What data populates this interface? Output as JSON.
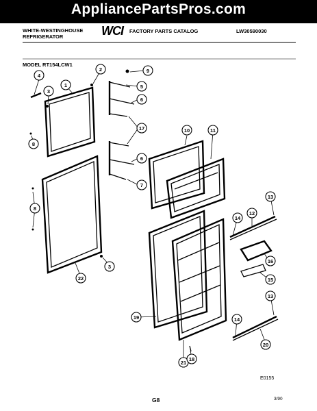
{
  "watermark": "AppliancePartsPros.com",
  "header": {
    "brand_line1": "WHITE-WESTINGHOUSE",
    "brand_line2": "REFRIGERATOR",
    "logo": "WCI",
    "catalog_title": "FACTORY PARTS CATALOG",
    "catalog_number": "LW30590030",
    "model": "MODEL RT154LCW1"
  },
  "footer": {
    "diagram_id": "E0155",
    "page": "G8",
    "date": "3/90"
  },
  "callouts": [
    {
      "label": "4"
    },
    {
      "label": "2"
    },
    {
      "label": "9"
    },
    {
      "label": "3"
    },
    {
      "label": "1"
    },
    {
      "label": "5"
    },
    {
      "label": "6"
    },
    {
      "label": "17"
    },
    {
      "label": "8"
    },
    {
      "label": "6"
    },
    {
      "label": "7"
    },
    {
      "label": "10"
    },
    {
      "label": "11"
    },
    {
      "label": "8"
    },
    {
      "label": "13"
    },
    {
      "label": "12"
    },
    {
      "label": "14"
    },
    {
      "label": "16"
    },
    {
      "label": "15"
    },
    {
      "label": "3"
    },
    {
      "label": "22"
    },
    {
      "label": "13"
    },
    {
      "label": "14"
    },
    {
      "label": "19"
    },
    {
      "label": "20"
    },
    {
      "label": "21"
    },
    {
      "label": "18"
    }
  ],
  "colors": {
    "ink": "#000000",
    "paper": "#ffffff"
  }
}
